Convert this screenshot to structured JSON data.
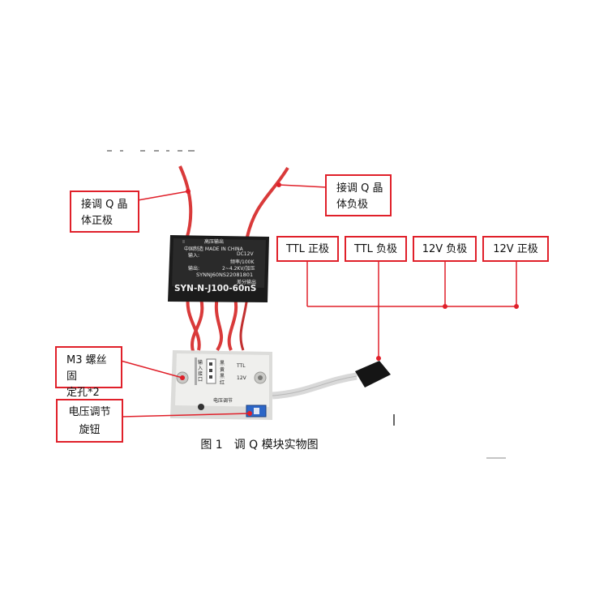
{
  "labels": {
    "q_pos": [
      "接调 Q 晶",
      "体正极"
    ],
    "q_neg": [
      "接调 Q 晶",
      "体负极"
    ],
    "ttl_pos": "TTL 正极",
    "ttl_neg": "TTL 负极",
    "v12_neg": "12V 负极",
    "v12_pos": "12V 正极",
    "m3_hole": [
      "M3 螺丝固",
      "定孔*2"
    ],
    "knob": [
      "电压调节",
      "旋钮"
    ]
  },
  "upper_module": {
    "line1": "高压输出",
    "line2": "中国制造  MADE IN CHINA",
    "line3_a": "输入:",
    "line3_b": "DC12V",
    "line4": "频率/100K",
    "line5_a": "输出:",
    "line5_b": "2~4.2KV/加压",
    "serial": "SYNNJ60NS22081801",
    "line7": "差分输出",
    "model": "SYN-N-J100-60nS"
  },
  "lower_module": {
    "port_label": [
      "输",
      "入",
      "接",
      "口"
    ],
    "colors": [
      "黑",
      "黄",
      "黑",
      "红"
    ],
    "ttl": "TTL",
    "v12": "12V",
    "knob_label": "电压调节"
  },
  "caption": {
    "figure_no": "图 1",
    "title": "调 Q 模块实物图"
  },
  "colors": {
    "accent_red": "#e0202a",
    "wire_red": "#d93a3a",
    "module_black": "#1b1b1b",
    "module_white": "#efefed"
  }
}
